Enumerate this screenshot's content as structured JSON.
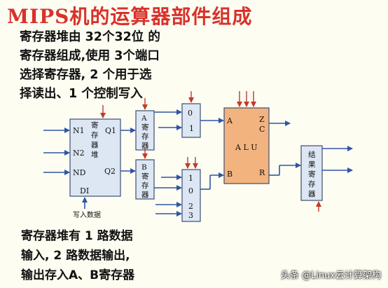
{
  "title": "MIPS机的运算器部件组成",
  "intro_lines": [
    "寄存器堆由 32个32位 的",
    "寄存器组成,使用 3个端口",
    "选择寄存器, 2 个用于选",
    "择读出、1 个控制写入"
  ],
  "register_file": {
    "ports": [
      "N1",
      "N2",
      "ND",
      "DI",
      "Q1",
      "Q2"
    ],
    "label_chars": [
      "寄",
      "存",
      "器",
      "堆"
    ],
    "write_data_label": "写入数据"
  },
  "reg_a": {
    "chars": [
      "A",
      "寄",
      "存",
      "器"
    ]
  },
  "reg_b": {
    "chars": [
      "B",
      "寄",
      "存",
      "器"
    ]
  },
  "mux_top": {
    "inputs": [
      "0",
      "1"
    ]
  },
  "mux_bottom": {
    "inputs": [
      "1",
      "0",
      "2",
      "3"
    ]
  },
  "alu": {
    "label": "A L U",
    "in_a": "A",
    "in_b": "B",
    "flags": [
      "Z",
      "C"
    ],
    "out": "R"
  },
  "result_reg": {
    "chars": [
      "结",
      "果",
      "寄",
      "存",
      "器"
    ]
  },
  "bottom_lines": [
    "寄存器堆有 1 路数据",
    "输入, 2 路数据输出,",
    "输出存入A、B寄存器"
  ],
  "watermark": "头条 @Linux云计算架构",
  "colors": {
    "title": "#d8322b",
    "block_fill": "#dde6f3",
    "block_stroke": "#3b4f74",
    "alu_fill": "#f3b37e",
    "arrow_blue": "#2f54a8",
    "arrow_red": "#c0392b"
  }
}
